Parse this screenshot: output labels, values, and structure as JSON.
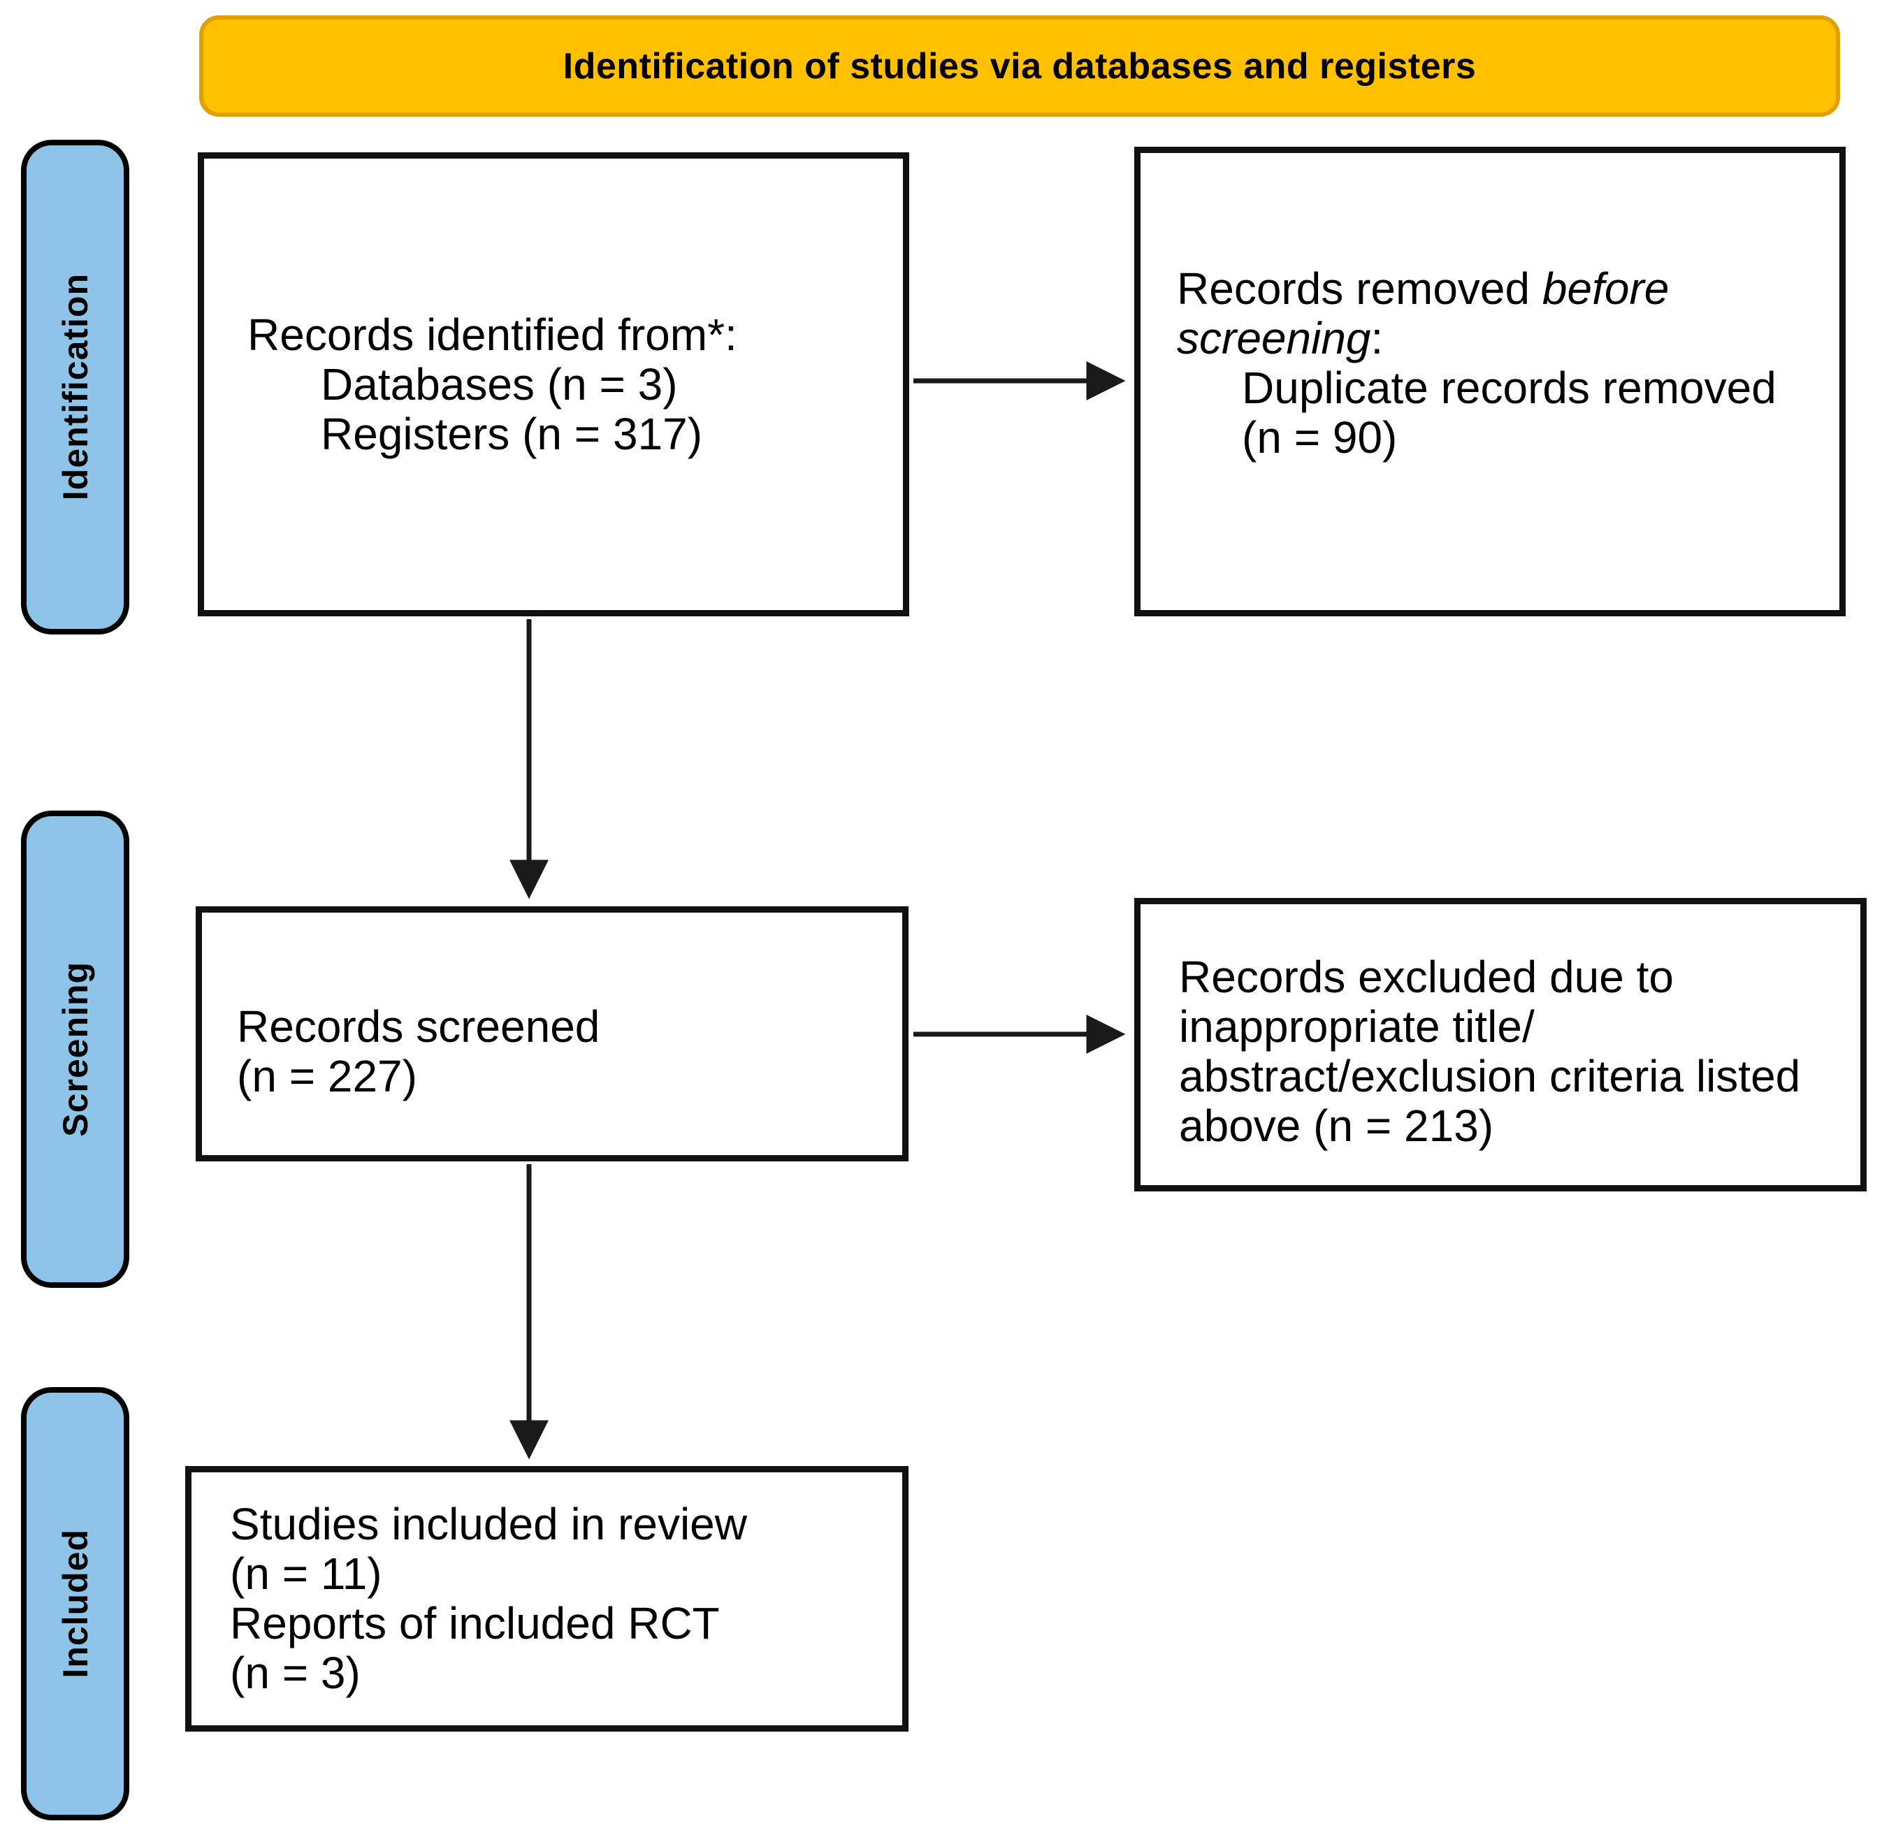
{
  "banner": {
    "title": "Identification of studies via databases and registers"
  },
  "sidebar": {
    "identification": {
      "label": "Identification"
    },
    "screening": {
      "label": "Screening"
    },
    "included": {
      "label": "Included"
    }
  },
  "boxes": {
    "identified": {
      "line1": "Records identified from*:",
      "line2": "Databases (n = 3)",
      "line3": "Registers (n = 317)"
    },
    "removed": {
      "line1_regular": "Records removed ",
      "line1_italic": "before",
      "line2_italic": "screening",
      "line2_regular": ":",
      "line3": "Duplicate records removed",
      "line4": "(n = 90)"
    },
    "screened": {
      "line1": "Records screened",
      "line2": "(n = 227)"
    },
    "excluded": {
      "line1": "Records excluded due to",
      "line2": "inappropriate title/",
      "line3": "abstract/exclusion criteria listed",
      "line4": "above (n = 213)"
    },
    "included_studies": {
      "line1": "Studies included in review",
      "line2": "(n = 11)",
      "line3": "Reports of included RCT",
      "line4": "(n = 3)"
    }
  },
  "colors": {
    "banner_fill": "#FFC000",
    "banner_border": "#E2A000",
    "sidebar_fill": "#8EC4E8",
    "box_border": "#111111",
    "arrow": "#1A1A1A"
  }
}
